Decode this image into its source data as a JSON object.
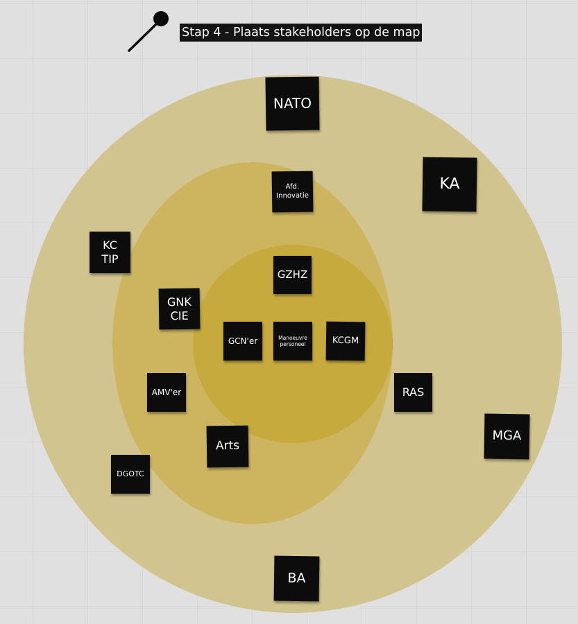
{
  "title": "Stap 4 - Plaats stakeholders op de map",
  "colors": {
    "background": "#e0e0e0",
    "ring_outer": "#d2c48e",
    "ring_middle": "#cdb55f",
    "ring_inner": "#c7aa3d",
    "note": "#0c0c0c",
    "note_text": "#ffffff"
  },
  "icons": [
    "pin-icon"
  ],
  "stakeholders": {
    "nato": "NATO",
    "ka": "KA",
    "afd_innovatie": "Afd.\nInnovatie",
    "kc_tip": "KC\nTIP",
    "gzhz": "GZHZ",
    "gnk_cie": "GNK\nCIE",
    "gcn_er": "GCN'er",
    "manoeuvre_personeel": "Manoeuvre\npersoneel",
    "kcgm": "KCGM",
    "amv_er": "AMV'er",
    "ras": "RAS",
    "mga": "MGA",
    "arts": "Arts",
    "dgotc": "DGOTC",
    "ba": "BA"
  }
}
